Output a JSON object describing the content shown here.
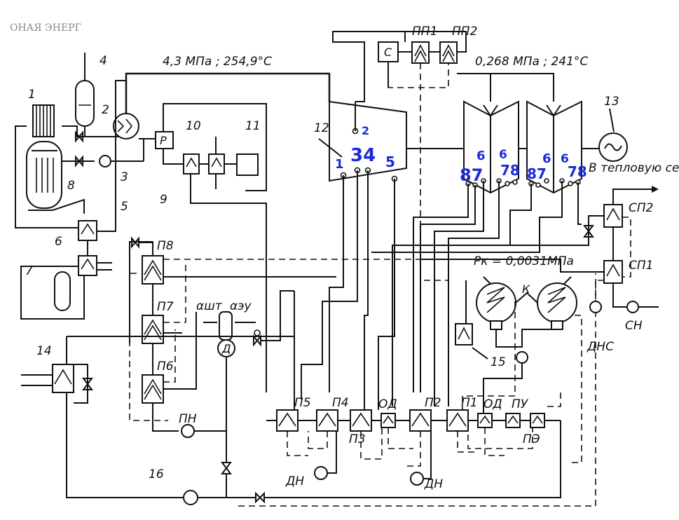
{
  "header_scrap": {
    "line1": "",
    "line2": "ОНАЯ  ЭНЕРГ",
    "right1": "",
    "right2": "",
    "right3": ""
  },
  "params": {
    "steam_in": "4,3 МПа ; 254,9°С",
    "reheat": "0,268 МПа ; 241°С",
    "condenser": "Рк = 0,0031МПа"
  },
  "labels": {
    "n1": "1",
    "n2": "2",
    "n3": "3",
    "n4": "4",
    "n5": "5",
    "n6": "6",
    "n7": "7",
    "n8": "8",
    "n9": "9",
    "n10": "10",
    "n11": "11",
    "n12": "12",
    "n13": "13",
    "n14": "14",
    "n15": "15",
    "n16": "16",
    "P": "Р",
    "C": "С",
    "D": "Д",
    "K": "К",
    "pp1": "ПП1",
    "pp2": "ПП2",
    "p1": "П1",
    "p2": "П2",
    "p3": "П3",
    "p4": "П4",
    "p5": "П5",
    "p6": "П6",
    "p7": "П7",
    "p8": "П8",
    "od1": "ОД",
    "od2": "ОД",
    "pu": "ПУ",
    "pe": "ПЭ",
    "sp1": "СП1",
    "sp2": "СП2",
    "dn1": "ДН",
    "dn2": "ДН",
    "dns": "ДНС",
    "sn": "СН",
    "pn": "ПН",
    "alpha_sht": "αшт",
    "alpha_eu": "αэу",
    "heat_net": "В тепловую сеть"
  },
  "handwritten": {
    "h1": "1",
    "h2": "2",
    "h34": "34",
    "h5": "5",
    "a6": "6",
    "a87": "87",
    "b6": "6",
    "b78": "78",
    "c87": "87",
    "c6": "6",
    "d6": "6",
    "d78": "78"
  }
}
